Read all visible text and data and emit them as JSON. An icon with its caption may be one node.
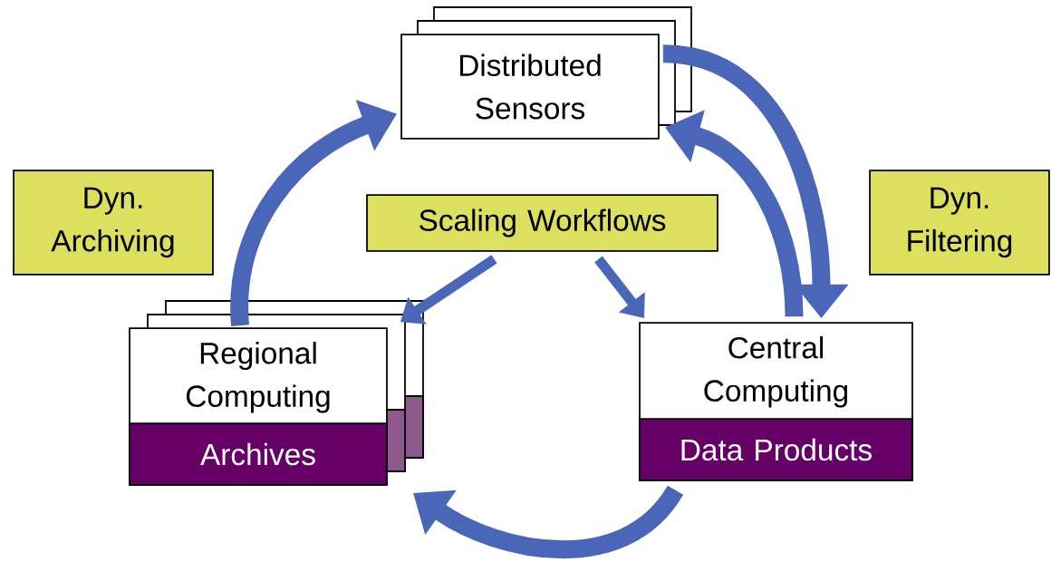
{
  "diagram": {
    "nodes": [
      {
        "text": [
          "Distributed Sensors"
        ]
      },
      {
        "text": [
          "Dyn. Archiving"
        ]
      },
      {
        "text": [
          "Scaling Workflows"
        ]
      },
      {
        "text": [
          "Dyn. Filtering"
        ]
      },
      {
        "text": [
          "Regional Computing"
        ]
      },
      {
        "text": [
          "Archives"
        ],
        "in": 4
      },
      {
        "text": [
          "Central Computing"
        ]
      },
      {
        "text": [
          "Data Products"
        ],
        "in": 6
      }
    ],
    "edges": [
      {
        "from": 4,
        "to": 0,
        "arrow": "to"
      },
      {
        "from": 0,
        "to": 6,
        "arrow": "to"
      },
      {
        "from": 6,
        "to": 0,
        "arrow": "to"
      },
      {
        "from": 6,
        "to": 4,
        "arrow": "to"
      },
      {
        "from": 2,
        "to": 4,
        "arrow": "to"
      },
      {
        "from": 2,
        "to": 6,
        "arrow": "to"
      }
    ]
  }
}
